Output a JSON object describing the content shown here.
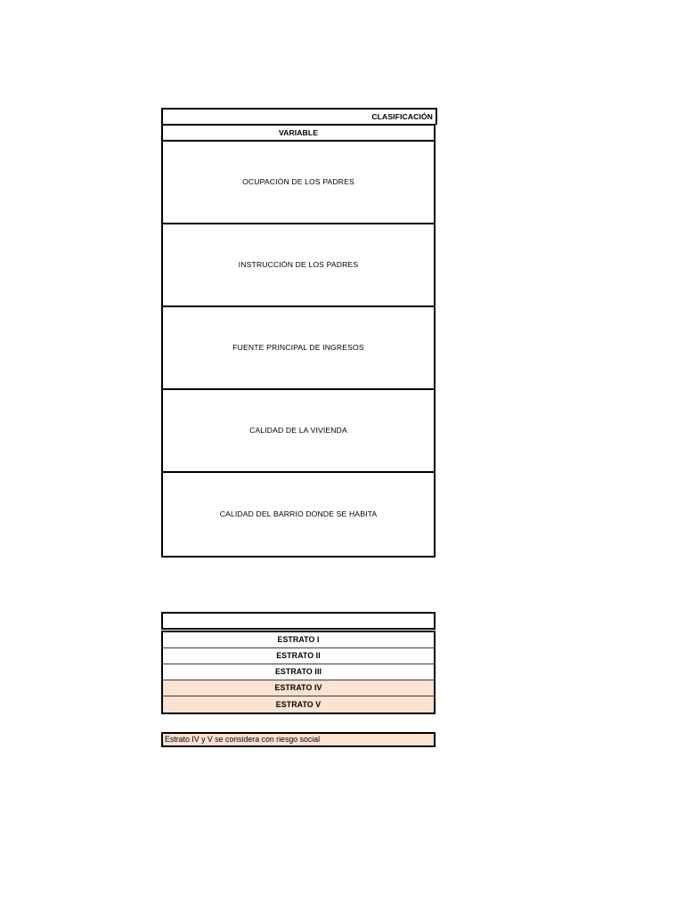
{
  "document": {
    "background_color": "#FFFFFF",
    "highlight_color": "#FBE2D2",
    "border_color": "#000000"
  },
  "variables_table": {
    "classification_header": "CLASIFICACIÓN",
    "column_header": "VARIABLE",
    "rows": [
      {
        "label": "OCUPACIÓN DE LOS PADRES"
      },
      {
        "label": "INSTRUCCIÓN DE LOS PADRES"
      },
      {
        "label": "FUENTE PRINCIPAL DE INGRESOS"
      },
      {
        "label": "CALIDAD DE LA VIVIENDA"
      },
      {
        "label": "CALIDAD DEL BARRIO DONDE SE HABITA"
      }
    ]
  },
  "estratos_table": {
    "header": "",
    "rows": [
      {
        "label": "ESTRATO I",
        "highlighted": false
      },
      {
        "label": "ESTRATO II",
        "highlighted": false
      },
      {
        "label": "ESTRATO III",
        "highlighted": false
      },
      {
        "label": "ESTRATO IV",
        "highlighted": true
      },
      {
        "label": "ESTRATO V",
        "highlighted": true
      }
    ]
  },
  "note": {
    "text": "Estrato IV y V se considera con riesgo social"
  }
}
